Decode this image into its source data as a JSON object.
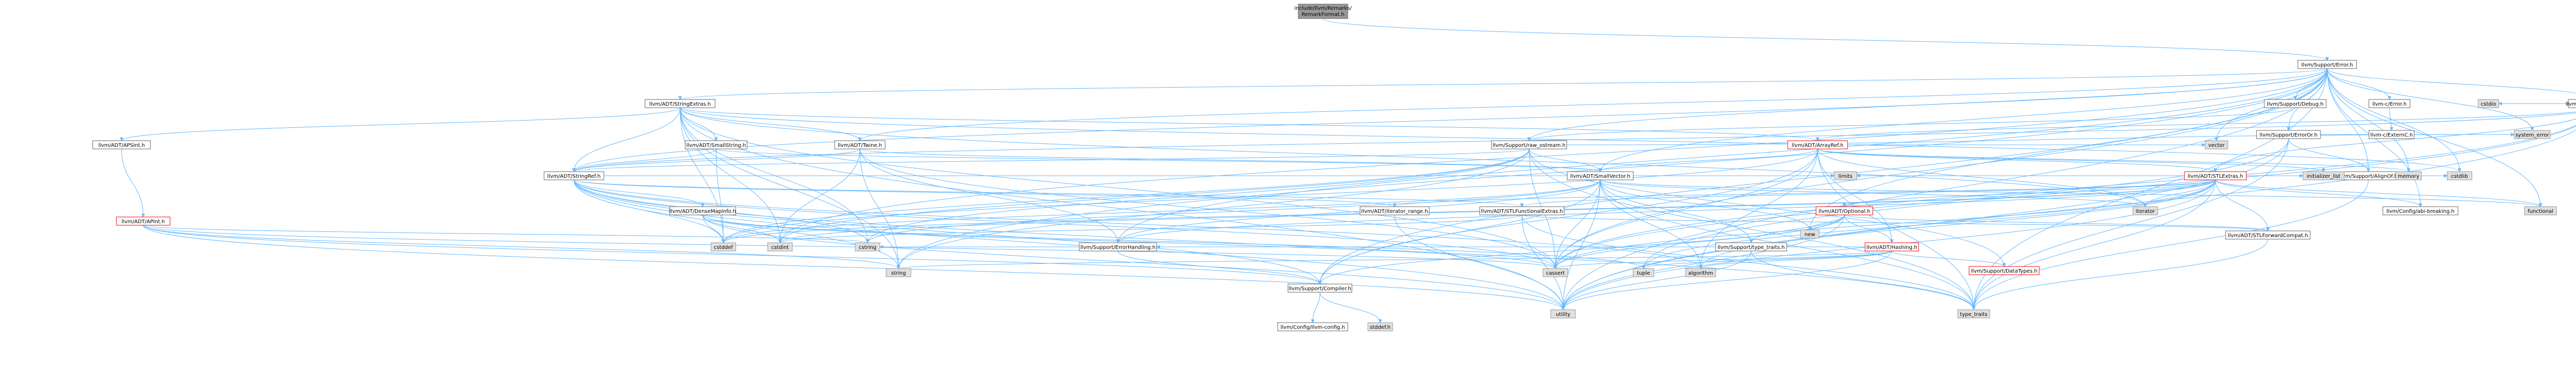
{
  "diagram": {
    "type": "include-dependency-graph",
    "colors": {
      "root_fill": "#999999",
      "node_fill": "#ffffff",
      "node_border": "#666666",
      "red_border": "#ff0000",
      "system_fill": "#e0e0e0",
      "system_border": "#999999",
      "edge": "#63b8ff"
    },
    "nodes": [
      {
        "id": "root",
        "label": "include/llvm/Remarks/RemarkFormat.h",
        "kind": "root"
      },
      {
        "id": "error",
        "label": "llvm/Support/Error.h",
        "kind": "normal"
      },
      {
        "id": "stringext",
        "label": "llvm/ADT/StringExtras.h",
        "kind": "normal"
      },
      {
        "id": "apsint",
        "label": "llvm/ADT/APSInt.h",
        "kind": "normal"
      },
      {
        "id": "apint",
        "label": "llvm/ADT/APInt.h",
        "kind": "red"
      },
      {
        "id": "smallstring",
        "label": "llvm/ADT/SmallString.h",
        "kind": "normal"
      },
      {
        "id": "twine",
        "label": "llvm/ADT/Twine.h",
        "kind": "normal"
      },
      {
        "id": "stringref",
        "label": "llvm/ADT/StringRef.h",
        "kind": "normal"
      },
      {
        "id": "densemapinfo",
        "label": "llvm/ADT/DenseMapInfo.h",
        "kind": "normal"
      },
      {
        "id": "rawostream",
        "label": "llvm/Support/raw_ostream.h",
        "kind": "normal"
      },
      {
        "id": "smallvector",
        "label": "llvm/ADT/SmallVector.h",
        "kind": "normal"
      },
      {
        "id": "iterrange",
        "label": "llvm/ADT/iterator_range.h",
        "kind": "normal"
      },
      {
        "id": "stlfunc",
        "label": "llvm/ADT/STLFunctionalExtras.h",
        "kind": "normal"
      },
      {
        "id": "arrayref",
        "label": "llvm/ADT/ArrayRef.h",
        "kind": "red"
      },
      {
        "id": "optional",
        "label": "llvm/ADT/Optional.h",
        "kind": "red"
      },
      {
        "id": "hashing",
        "label": "llvm/ADT/Hashing.h",
        "kind": "red"
      },
      {
        "id": "stlextras",
        "label": "llvm/ADT/STLExtras.h",
        "kind": "red"
      },
      {
        "id": "stlfwd",
        "label": "llvm/ADT/STLForwardCompat.h",
        "kind": "normal"
      },
      {
        "id": "format",
        "label": "llvm/Support/Format.h",
        "kind": "normal"
      },
      {
        "id": "debug",
        "label": "llvm/Support/Debug.h",
        "kind": "normal"
      },
      {
        "id": "errorh",
        "label": "llvm-c/Error.h",
        "kind": "normal"
      },
      {
        "id": "externc",
        "label": "llvm-c/ExternC.h",
        "kind": "normal"
      },
      {
        "id": "erroror",
        "label": "llvm/Support/ErrorOr.h",
        "kind": "normal"
      },
      {
        "id": "alignof",
        "label": "llvm/Support/AlignOf.h",
        "kind": "normal"
      },
      {
        "id": "abibreaking",
        "label": "llvm/Config/abi-breaking.h",
        "kind": "normal"
      },
      {
        "id": "errhandling",
        "label": "llvm/Support/ErrorHandling.h",
        "kind": "normal"
      },
      {
        "id": "typetraits",
        "label": "llvm/Support/type_traits.h",
        "kind": "normal"
      },
      {
        "id": "datatypes",
        "label": "llvm/Support/DataTypes.h",
        "kind": "red"
      },
      {
        "id": "compiler",
        "label": "llvm/Support/Compiler.h",
        "kind": "normal"
      },
      {
        "id": "llvmconfig",
        "label": "llvm/Config/llvm-config.h",
        "kind": "normal"
      },
      {
        "id": "s_string",
        "label": "string",
        "kind": "system"
      },
      {
        "id": "s_cstring",
        "label": "cstring",
        "kind": "system"
      },
      {
        "id": "s_cassert",
        "label": "cassert",
        "kind": "system"
      },
      {
        "id": "s_utility",
        "label": "utility",
        "kind": "system"
      },
      {
        "id": "s_typetraits",
        "label": "type_traits",
        "kind": "system"
      },
      {
        "id": "s_cstddef",
        "label": "cstddef",
        "kind": "system"
      },
      {
        "id": "s_cstdint",
        "label": "cstdint",
        "kind": "system"
      },
      {
        "id": "s_stddef",
        "label": "stddef.h",
        "kind": "system"
      },
      {
        "id": "s_algorithm",
        "label": "algorithm",
        "kind": "system"
      },
      {
        "id": "s_tuple",
        "label": "tuple",
        "kind": "system"
      },
      {
        "id": "s_new",
        "label": "new",
        "kind": "system"
      },
      {
        "id": "s_iterator",
        "label": "iterator",
        "kind": "system"
      },
      {
        "id": "s_limits",
        "label": "limits",
        "kind": "system"
      },
      {
        "id": "s_initlist",
        "label": "initializer_list",
        "kind": "system"
      },
      {
        "id": "s_memory",
        "label": "memory",
        "kind": "system"
      },
      {
        "id": "s_cstdlib",
        "label": "cstdlib",
        "kind": "system"
      },
      {
        "id": "s_functional",
        "label": "functional",
        "kind": "system"
      },
      {
        "id": "s_vector",
        "label": "vector",
        "kind": "system"
      },
      {
        "id": "s_systemerror",
        "label": "system_error",
        "kind": "system"
      },
      {
        "id": "s_cstdio",
        "label": "cstdio",
        "kind": "system"
      }
    ],
    "edges": [
      [
        "root",
        "error"
      ],
      [
        "error",
        "stringext"
      ],
      [
        "error",
        "twine"
      ],
      [
        "error",
        "stringref"
      ],
      [
        "error",
        "smallvector"
      ],
      [
        "error",
        "rawostream"
      ],
      [
        "error",
        "format"
      ],
      [
        "error",
        "debug"
      ],
      [
        "error",
        "errorh"
      ],
      [
        "error",
        "erroror"
      ],
      [
        "error",
        "alignof"
      ],
      [
        "error",
        "abibreaking"
      ],
      [
        "error",
        "errhandling"
      ],
      [
        "error",
        "compiler"
      ],
      [
        "error",
        "s_cassert"
      ],
      [
        "error",
        "s_cstdint"
      ],
      [
        "error",
        "s_cstdlib"
      ],
      [
        "error",
        "s_functional"
      ],
      [
        "error",
        "s_memory"
      ],
      [
        "error",
        "s_new"
      ],
      [
        "error",
        "s_string"
      ],
      [
        "error",
        "s_systemerror"
      ],
      [
        "error",
        "s_typetraits"
      ],
      [
        "error",
        "s_utility"
      ],
      [
        "error",
        "s_vector"
      ],
      [
        "stringext",
        "apsint"
      ],
      [
        "stringext",
        "arrayref"
      ],
      [
        "stringext",
        "smallstring"
      ],
      [
        "stringext",
        "stringref"
      ],
      [
        "stringext",
        "twine"
      ],
      [
        "stringext",
        "s_cassert"
      ],
      [
        "stringext",
        "s_cstddef"
      ],
      [
        "stringext",
        "s_cstdint"
      ],
      [
        "stringext",
        "s_cstdlib"
      ],
      [
        "stringext",
        "s_cstring"
      ],
      [
        "stringext",
        "s_iterator"
      ],
      [
        "stringext",
        "s_string"
      ],
      [
        "stringext",
        "s_utility"
      ],
      [
        "apsint",
        "apint"
      ],
      [
        "apint",
        "compiler"
      ],
      [
        "apint",
        "s_cassert"
      ],
      [
        "apint",
        "s_cstring"
      ],
      [
        "apint",
        "s_utility"
      ],
      [
        "apint",
        "s_string"
      ],
      [
        "smallstring",
        "smallvector"
      ],
      [
        "smallstring",
        "stringref"
      ],
      [
        "smallstring",
        "s_cstddef"
      ],
      [
        "twine",
        "smallvector"
      ],
      [
        "twine",
        "stringref"
      ],
      [
        "twine",
        "errhandling"
      ],
      [
        "twine",
        "s_cassert"
      ],
      [
        "twine",
        "s_cstdint"
      ],
      [
        "twine",
        "s_string"
      ],
      [
        "stringref",
        "densemapinfo"
      ],
      [
        "stringref",
        "stlfunc"
      ],
      [
        "stringref",
        "iterrange"
      ],
      [
        "stringref",
        "compiler"
      ],
      [
        "stringref",
        "s_algorithm"
      ],
      [
        "stringref",
        "s_cassert"
      ],
      [
        "stringref",
        "s_cstddef"
      ],
      [
        "stringref",
        "s_cstring"
      ],
      [
        "stringref",
        "s_limits"
      ],
      [
        "stringref",
        "s_string"
      ],
      [
        "stringref",
        "s_typetraits"
      ],
      [
        "stringref",
        "s_utility"
      ],
      [
        "densemapinfo",
        "s_cassert"
      ],
      [
        "densemapinfo",
        "s_cstddef"
      ],
      [
        "densemapinfo",
        "s_cstdint"
      ],
      [
        "densemapinfo",
        "s_tuple"
      ],
      [
        "densemapinfo",
        "s_utility"
      ],
      [
        "rawostream",
        "smallvector"
      ],
      [
        "rawostream",
        "stringref"
      ],
      [
        "rawostream",
        "datatypes"
      ],
      [
        "rawostream",
        "s_cassert"
      ],
      [
        "rawostream",
        "s_cstddef"
      ],
      [
        "rawostream",
        "s_cstdint"
      ],
      [
        "rawostream",
        "s_cstring"
      ],
      [
        "rawostream",
        "s_string"
      ],
      [
        "rawostream",
        "s_systemerror"
      ],
      [
        "rawostream",
        "s_typetraits"
      ],
      [
        "smallvector",
        "compiler"
      ],
      [
        "smallvector",
        "typetraits"
      ],
      [
        "smallvector",
        "s_algorithm"
      ],
      [
        "smallvector",
        "s_cassert"
      ],
      [
        "smallvector",
        "s_cstddef"
      ],
      [
        "smallvector",
        "s_cstdlib"
      ],
      [
        "smallvector",
        "s_cstring"
      ],
      [
        "smallvector",
        "s_functional"
      ],
      [
        "smallvector",
        "s_initlist"
      ],
      [
        "smallvector",
        "s_iterator"
      ],
      [
        "smallvector",
        "s_limits"
      ],
      [
        "smallvector",
        "s_memory"
      ],
      [
        "smallvector",
        "s_new"
      ],
      [
        "smallvector",
        "s_typetraits"
      ],
      [
        "smallvector",
        "s_utility"
      ],
      [
        "smallvector",
        "errhandling"
      ],
      [
        "iterrange",
        "s_utility"
      ],
      [
        "stlfunc",
        "stlfwd"
      ],
      [
        "stlfunc",
        "s_cstdint"
      ],
      [
        "stlfunc",
        "s_typetraits"
      ],
      [
        "stlfunc",
        "s_utility"
      ],
      [
        "arrayref",
        "hashing"
      ],
      [
        "arrayref",
        "smallvector"
      ],
      [
        "arrayref",
        "stlextras"
      ],
      [
        "arrayref",
        "compiler"
      ],
      [
        "arrayref",
        "s_algorithm"
      ],
      [
        "arrayref",
        "s_array"
      ],
      [
        "arrayref",
        "s_cassert"
      ],
      [
        "arrayref",
        "s_cstddef"
      ],
      [
        "arrayref",
        "s_initlist"
      ],
      [
        "arrayref",
        "s_iterator"
      ],
      [
        "arrayref",
        "s_memory"
      ],
      [
        "arrayref",
        "s_typetraits"
      ],
      [
        "arrayref",
        "s_vector"
      ],
      [
        "optional",
        "hashing"
      ],
      [
        "optional",
        "stlfwd"
      ],
      [
        "optional",
        "compiler"
      ],
      [
        "optional",
        "typetraits"
      ],
      [
        "optional",
        "s_cassert"
      ],
      [
        "optional",
        "s_new"
      ],
      [
        "optional",
        "s_utility"
      ],
      [
        "hashing",
        "errhandling"
      ],
      [
        "hashing",
        "datatypes"
      ],
      [
        "hashing",
        "s_algorithm"
      ],
      [
        "hashing",
        "s_cassert"
      ],
      [
        "hashing",
        "s_cstring"
      ],
      [
        "hashing",
        "s_string"
      ],
      [
        "hashing",
        "s_tuple"
      ],
      [
        "hashing",
        "s_utility"
      ],
      [
        "stlextras",
        "optional"
      ],
      [
        "stlextras",
        "stlfwd"
      ],
      [
        "stlextras",
        "stlfunc"
      ],
      [
        "stlextras",
        "iterrange"
      ],
      [
        "stlextras",
        "s_algorithm"
      ],
      [
        "stlextras",
        "s_cassert"
      ],
      [
        "stlextras",
        "s_cstddef"
      ],
      [
        "stlextras",
        "s_cstdint"
      ],
      [
        "stlextras",
        "s_cstdlib"
      ],
      [
        "stlextras",
        "s_functional"
      ],
      [
        "stlextras",
        "s_initlist"
      ],
      [
        "stlextras",
        "s_iterator"
      ],
      [
        "stlextras",
        "s_limits"
      ],
      [
        "stlextras",
        "s_memory"
      ],
      [
        "stlextras",
        "s_tuple"
      ],
      [
        "stlextras",
        "s_typetraits"
      ],
      [
        "stlextras",
        "s_utility"
      ],
      [
        "stlextras",
        "abibreaking"
      ],
      [
        "stlextras",
        "errhandling"
      ],
      [
        "stlfwd",
        "s_typetraits"
      ],
      [
        "format",
        "arrayref"
      ],
      [
        "format",
        "stlextras"
      ],
      [
        "format",
        "stringref"
      ],
      [
        "format",
        "s_cassert"
      ],
      [
        "format",
        "s_cstdio"
      ],
      [
        "format",
        "s_tuple"
      ],
      [
        "format",
        "s_utility"
      ],
      [
        "debug",
        "rawostream"
      ],
      [
        "errorh",
        "externc"
      ],
      [
        "erroror",
        "alignof"
      ],
      [
        "erroror",
        "s_cassert"
      ],
      [
        "erroror",
        "s_systemerror"
      ],
      [
        "erroror",
        "s_typetraits"
      ],
      [
        "erroror",
        "s_utility"
      ],
      [
        "alignof",
        "s_typetraits"
      ],
      [
        "errhandling",
        "compiler"
      ],
      [
        "typetraits",
        "s_typetraits"
      ],
      [
        "typetraits",
        "s_utility"
      ],
      [
        "compiler",
        "llvmconfig"
      ],
      [
        "compiler",
        "s_stddef"
      ]
    ]
  }
}
